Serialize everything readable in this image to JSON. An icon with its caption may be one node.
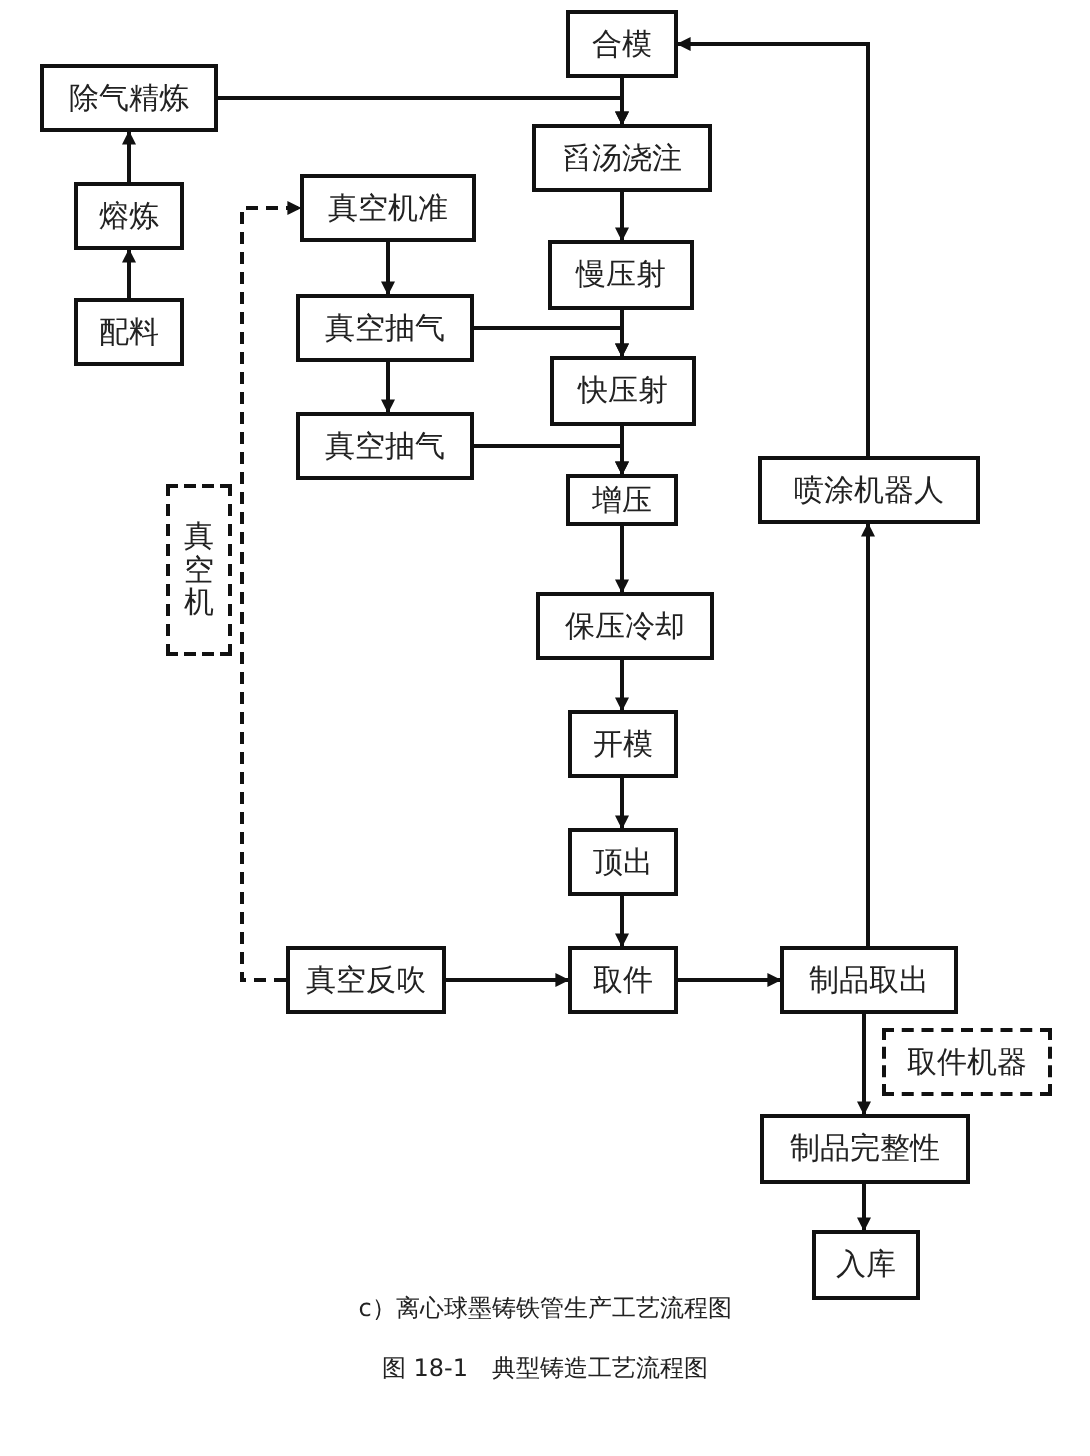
{
  "diagram": {
    "caption": "图 18-1　典型铸造工艺流程图",
    "nodes": [
      {
        "text": [
          "合模"
        ]
      },
      {
        "text": [
          "除气精炼"
        ]
      },
      {
        "text": [
          "舀汤浇注"
        ]
      },
      {
        "text": [
          "熔炼"
        ]
      },
      {
        "text": [
          "真空机准"
        ]
      },
      {
        "text": [
          "配料"
        ]
      },
      {
        "text": [
          "真空抽气"
        ]
      },
      {
        "text": [
          "慢压射"
        ]
      },
      {
        "text": [
          "快压射"
        ]
      },
      {
        "text": [
          "真空抽气"
        ]
      },
      {
        "text": [
          "喷涂机器人"
        ]
      },
      {
        "text": [
          "真空机"
        ]
      },
      {
        "text": [
          "增压"
        ]
      },
      {
        "text": [
          "保压冷却"
        ]
      },
      {
        "text": [
          "开模"
        ]
      },
      {
        "text": [
          "顶出"
        ]
      },
      {
        "text": [
          "真空反吹"
        ]
      },
      {
        "text": [
          "取件"
        ]
      },
      {
        "text": [
          "制品取出"
        ]
      },
      {
        "text": [
          "取件机器"
        ]
      },
      {
        "text": [
          "制品完整性"
        ]
      },
      {
        "text": [
          "入库"
        ]
      }
    ],
    "edges": [
      {
        "from": 5,
        "to": 3,
        "arrow": "to"
      },
      {
        "from": 3,
        "to": 1,
        "arrow": "to"
      },
      {
        "from": 1,
        "to": 2,
        "arrow": "to"
      },
      {
        "from": 0,
        "to": 2,
        "arrow": "to"
      },
      {
        "from": 2,
        "to": 7,
        "arrow": "to"
      },
      {
        "from": 4,
        "to": 6,
        "arrow": "to"
      },
      {
        "from": 6,
        "to": 9,
        "arrow": "to"
      },
      {
        "from": 6,
        "to": 8,
        "arrow": "to"
      },
      {
        "from": 7,
        "to": 8,
        "arrow": "to"
      },
      {
        "from": 9,
        "to": 12,
        "arrow": "to"
      },
      {
        "from": 8,
        "to": 12,
        "arrow": "to"
      },
      {
        "from": 12,
        "to": 13,
        "arrow": "to"
      },
      {
        "from": 13,
        "to": 14,
        "arrow": "to"
      },
      {
        "from": 14,
        "to": 15,
        "arrow": "to"
      },
      {
        "from": 15,
        "to": 17,
        "arrow": "to"
      },
      {
        "from": 16,
        "to": 4,
        "arrow": "to",
        "style": "dashed"
      },
      {
        "from": 16,
        "to": 17,
        "arrow": "to"
      },
      {
        "from": 17,
        "to": 18,
        "arrow": "to"
      },
      {
        "from": 18,
        "to": 10,
        "arrow": "to"
      },
      {
        "from": 10,
        "to": 0,
        "arrow": "to"
      },
      {
        "from": 18,
        "to": 20,
        "arrow": "to"
      },
      {
        "from": 20,
        "to": 21,
        "arrow": "to"
      }
    ],
    "labels": [
      "c）离心球墨铸铁管生产工艺流程图"
    ]
  }
}
